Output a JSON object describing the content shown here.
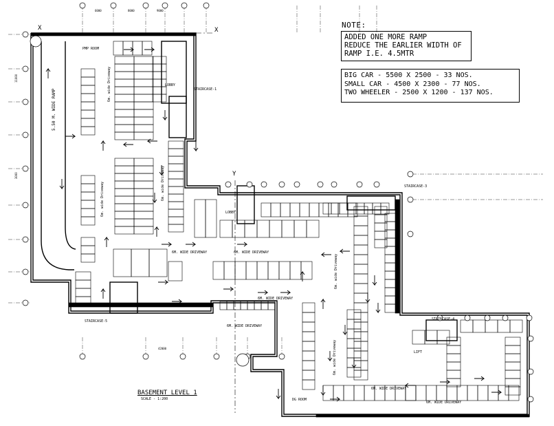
{
  "notes": {
    "heading": "NOTE:",
    "lines": [
      "ADDED ONE MORE RAMP",
      "REDUCE THE EARLIER WIDTH OF",
      "RAMP I.E. 4.5MTR"
    ]
  },
  "parking_spec": [
    {
      "type": "BIG CAR",
      "size": "5500 X 2500",
      "count": "33 NOS."
    },
    {
      "type": "SMALL CAR",
      "size": "4500 X 2300",
      "count": "77 NOS."
    },
    {
      "type": "TWO WHEELER",
      "size": "2500 X 1200",
      "count": "137 NOS."
    }
  ],
  "drawing": {
    "title": "BASEMENT LEVEL 1",
    "scale": "SCALE - 1:200"
  },
  "labels": {
    "ramp_vertical": "5.50 M. WIDE RAMP",
    "driveway_vertical": "6m. wide Driveway",
    "driveway_horizontal": "6M. WIDE DRIVEWAY",
    "lobby": "LOBBY",
    "staircase1": "STAIRCASE-1",
    "staircase3": "STAIRCASE-3",
    "staircase4": "STAIRCASE-4",
    "staircase5": "STAIRCASE-5",
    "dg_room": "DG ROOM",
    "pump_room": "PMP ROOM",
    "lift": "LIFT",
    "section_x": "X",
    "section_y": "Y",
    "dims": [
      "6000",
      "8000",
      "9000",
      "42000",
      "11000",
      "3000"
    ]
  },
  "colors": {
    "ink": "#000000",
    "background": "#ffffff"
  }
}
